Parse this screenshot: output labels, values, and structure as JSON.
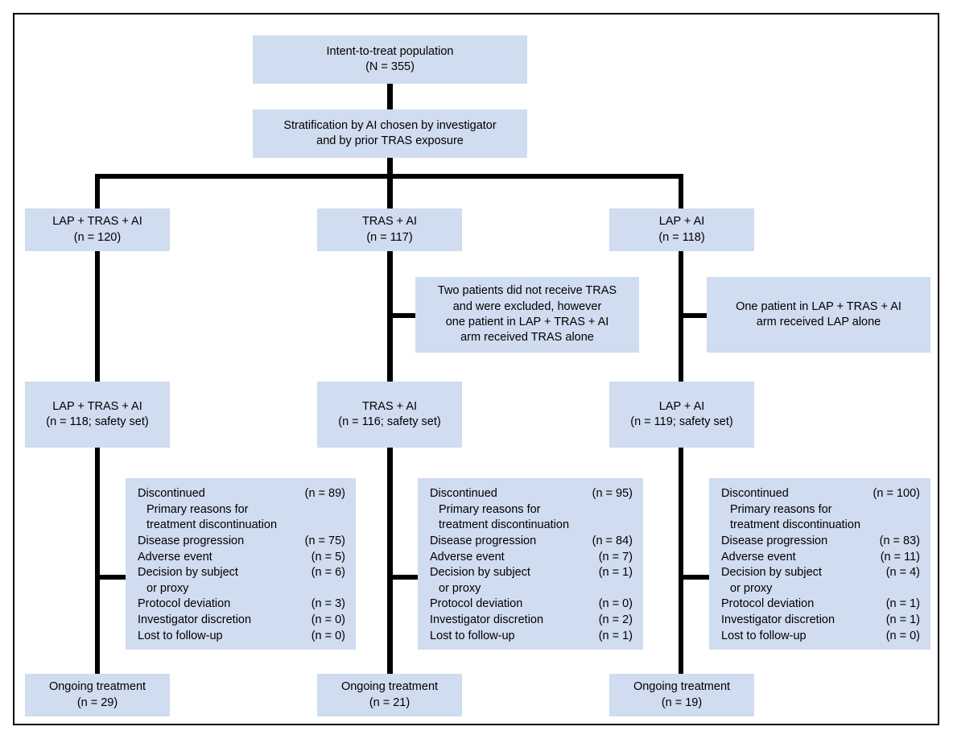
{
  "figure": {
    "kind": "consort-patient-flow-diagram",
    "accent_fill": "#d0dcef",
    "line_color": "#000000",
    "border_color": "#000000"
  },
  "nodes": {
    "itt": {
      "line1": "Intent-to-treat population",
      "line2": "(N = 355)"
    },
    "stratification": {
      "line1": "Stratification by AI chosen by investigator",
      "line2": "and by prior TRAS exposure"
    },
    "arm_lap_tras_ai": {
      "line1": "LAP + TRAS + AI",
      "line2": "(n = 120)"
    },
    "arm_tras_ai": {
      "line1": "TRAS + AI",
      "line2": "(n = 117)"
    },
    "arm_lap_ai": {
      "line1": "LAP + AI",
      "line2": "(n = 118)"
    },
    "note_middle": {
      "line1": "Two patients did not receive TRAS",
      "line2": "and were excluded, however",
      "line3": "one patient in LAP + TRAS + AI",
      "line4": "arm received TRAS alone"
    },
    "note_right": {
      "line1": "One patient in LAP + TRAS + AI",
      "line2": "arm received LAP alone"
    },
    "safety_lap_tras_ai": {
      "line1": "LAP + TRAS + AI",
      "line2": "(n = 118; safety set)"
    },
    "safety_tras_ai": {
      "line1": "TRAS + AI",
      "line2": "(n = 116; safety set)"
    },
    "safety_lap_ai": {
      "line1": "LAP + AI",
      "line2": "(n = 119; safety set)"
    },
    "ongoing_lap_tras_ai": {
      "line1": "Ongoing treatment",
      "line2": "(n = 29)"
    },
    "ongoing_tras_ai": {
      "line1": "Ongoing treatment",
      "line2": "(n = 21)"
    },
    "ongoing_lap_ai": {
      "line1": "Ongoing treatment",
      "line2": "(n = 19)"
    }
  },
  "discontinued": {
    "lap_tras_ai": {
      "rows": [
        {
          "label": "Discontinued",
          "count": "(n = 89)",
          "style": "head"
        },
        {
          "label": "Primary reasons for",
          "count": "",
          "style": "sub"
        },
        {
          "label": "treatment discontinuation",
          "count": "",
          "style": "sub"
        },
        {
          "label": "Disease progression",
          "count": "(n = 75)",
          "style": "item"
        },
        {
          "label": "Adverse event",
          "count": "(n = 5)",
          "style": "item"
        },
        {
          "label": "Decision by subject",
          "count": "(n = 6)",
          "style": "item"
        },
        {
          "label": "or proxy",
          "count": "",
          "style": "sub"
        },
        {
          "label": "Protocol deviation",
          "count": "(n = 3)",
          "style": "item"
        },
        {
          "label": "Investigator discretion",
          "count": "(n = 0)",
          "style": "item"
        },
        {
          "label": "Lost to follow-up",
          "count": "(n = 0)",
          "style": "item"
        }
      ]
    },
    "tras_ai": {
      "rows": [
        {
          "label": "Discontinued",
          "count": "(n = 95)",
          "style": "head"
        },
        {
          "label": "Primary reasons for",
          "count": "",
          "style": "sub"
        },
        {
          "label": "treatment discontinuation",
          "count": "",
          "style": "sub"
        },
        {
          "label": "Disease progression",
          "count": "(n = 84)",
          "style": "item"
        },
        {
          "label": "Adverse event",
          "count": "(n = 7)",
          "style": "item"
        },
        {
          "label": "Decision by subject",
          "count": "(n = 1)",
          "style": "item"
        },
        {
          "label": "or proxy",
          "count": "",
          "style": "sub"
        },
        {
          "label": "Protocol deviation",
          "count": "(n = 0)",
          "style": "item"
        },
        {
          "label": "Investigator discretion",
          "count": "(n = 2)",
          "style": "item"
        },
        {
          "label": "Lost to follow-up",
          "count": "(n = 1)",
          "style": "item"
        }
      ]
    },
    "lap_ai": {
      "rows": [
        {
          "label": "Discontinued",
          "count": "(n = 100)",
          "style": "head"
        },
        {
          "label": "Primary reasons for",
          "count": "",
          "style": "sub"
        },
        {
          "label": "treatment discontinuation",
          "count": "",
          "style": "sub"
        },
        {
          "label": "Disease progression",
          "count": "(n = 83)",
          "style": "item"
        },
        {
          "label": "Adverse event",
          "count": "(n = 11)",
          "style": "item"
        },
        {
          "label": "Decision by subject",
          "count": "(n = 4)",
          "style": "item"
        },
        {
          "label": "or proxy",
          "count": "",
          "style": "sub"
        },
        {
          "label": "Protocol deviation",
          "count": "(n = 1)",
          "style": "item"
        },
        {
          "label": "Investigator discretion",
          "count": "(n = 1)",
          "style": "item"
        },
        {
          "label": "Lost to follow-up",
          "count": "(n = 0)",
          "style": "item"
        }
      ]
    }
  }
}
